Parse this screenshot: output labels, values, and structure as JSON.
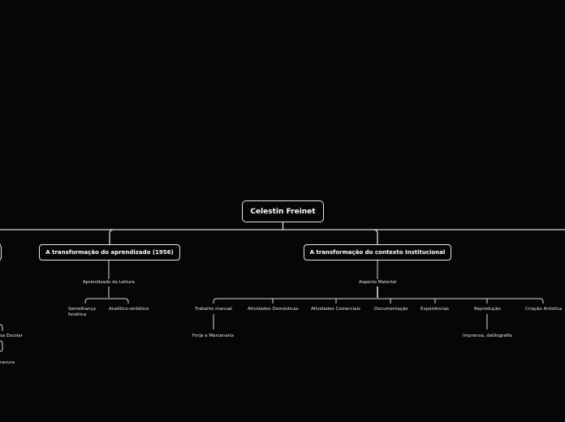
{
  "root": {
    "label": "Celestin Freinet"
  },
  "branches": [
    {
      "label": "A transformação do aprendizado (1956)",
      "children": [
        {
          "label": "Aprendizado da Leitura",
          "children": [
            {
              "label": "Semelhança fonética"
            },
            {
              "label": "Analítico-sintético"
            }
          ]
        }
      ]
    },
    {
      "label": "A transformação do contexto Institucional",
      "children": [
        {
          "label": "Aspecto Material",
          "children": [
            {
              "label": "Trabalho manual",
              "children": [
                {
                  "label": "Forja e Marcenaria"
                }
              ]
            },
            {
              "label": "Atividades Domésticas"
            },
            {
              "label": "Atividades Comerciais"
            },
            {
              "label": "Documentação"
            },
            {
              "label": "Experiências"
            },
            {
              "label": "Reprodução",
              "children": [
                {
                  "label": "Imprensa, datilografia"
                }
              ]
            },
            {
              "label": "Criação Artística"
            }
          ]
        }
      ]
    }
  ],
  "offscreen_left": {
    "label_1": "sa Escolar",
    "label_2": "ravura"
  },
  "colors": {
    "background": "#060608",
    "line": "#d8d8d8",
    "text": "#ffffff"
  }
}
